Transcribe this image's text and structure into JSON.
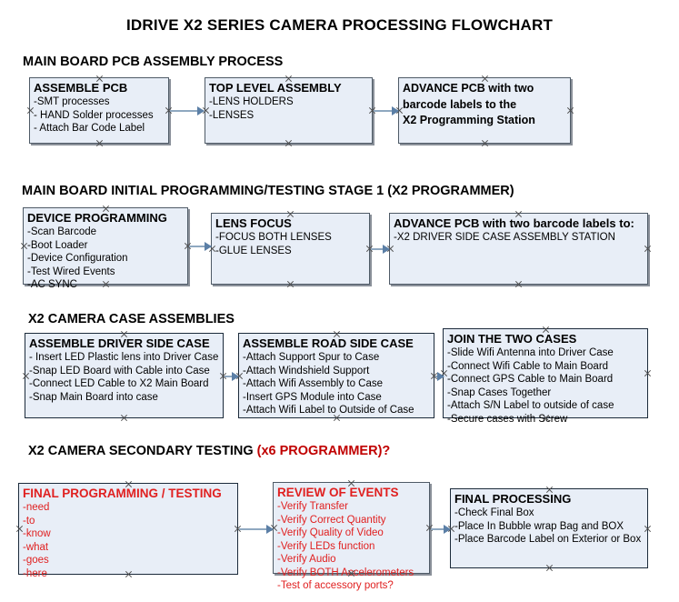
{
  "title": "IDRIVE X2  SERIES CAMERA PROCESSING FLOWCHART",
  "sections": [
    {
      "id": "main-board-pcb-assembly",
      "label": "MAIN BOARD PCB ASSEMBLY PROCESS",
      "accent": ""
    },
    {
      "id": "main-board-initial-programming",
      "label": "MAIN BOARD INITIAL PROGRAMMING/TESTING STAGE 1 (X2 PROGRAMMER)",
      "accent": ""
    },
    {
      "id": "x2-camera-case-assemblies",
      "label": "X2 CAMERA CASE ASSEMBLIES",
      "accent": ""
    },
    {
      "id": "x2-camera-secondary-testing",
      "label": "X2 CAMERA SECONDARY TESTING ",
      "accent": "(x6 PROGRAMMER)?"
    }
  ],
  "nodes": [
    {
      "id": "assemble-pcb",
      "heading": "ASSEMBLE PCB",
      "items": [
        "-SMT processes",
        "- HAND Solder processes",
        "- Attach Bar Code Label"
      ]
    },
    {
      "id": "top-level-assembly",
      "heading": "TOP LEVEL ASSEMBLY",
      "items": [
        "-LENS HOLDERS",
        "-LENSES"
      ]
    },
    {
      "id": "advance-pcb-programming-station",
      "heading": "ADVANCE PCB with two",
      "items": [
        "barcode labels to the",
        " X2 Programming Station"
      ]
    },
    {
      "id": "device-programming",
      "heading": "DEVICE PROGRAMMING",
      "items": [
        "-Scan Barcode",
        "-Boot Loader",
        "-Device Configuration",
        "-Test Wired Events",
        "-AC SYNC"
      ]
    },
    {
      "id": "lens-focus",
      "heading": "LENS FOCUS",
      "items": [
        "-FOCUS BOTH LENSES",
        "-GLUE LENSES"
      ]
    },
    {
      "id": "advance-pcb-driver-side-station",
      "heading": "ADVANCE PCB with two barcode labels to:",
      "items": [
        "-X2 DRIVER  SIDE  CASE  ASSEMBLY STATION"
      ]
    },
    {
      "id": "assemble-driver-side-case",
      "heading": "ASSEMBLE DRIVER SIDE CASE",
      "items": [
        "- Insert LED Plastic lens into Driver Case",
        "-Snap LED Board with Cable into Case",
        "-Connect LED Cable to X2 Main Board",
        "-Snap Main Board into case"
      ]
    },
    {
      "id": "assemble-road-side-case",
      "heading": "ASSEMBLE ROAD SIDE CASE",
      "items": [
        "-Attach Support Spur to Case",
        "-Attach Windshield Support",
        "-Attach Wifi Assembly to Case",
        "-Insert GPS Module into Case",
        "-Attach Wifi Label to Outside of Case"
      ]
    },
    {
      "id": "join-the-two-cases",
      "heading": "JOIN THE TWO CASES",
      "items": [
        "-Slide Wifi Antenna into Driver Case",
        "-Connect Wifi Cable to Main Board",
        "-Connect GPS Cable to Main Board",
        "-Snap Cases Together",
        "-Attach S/N Label to outside of case",
        "-Secure cases with Screw"
      ]
    },
    {
      "id": "final-programming-testing",
      "heading": "FINAL PROGRAMMING / TESTING",
      "items": [
        "-need",
        "-to",
        "-know",
        "-what",
        "-goes",
        "-here"
      ]
    },
    {
      "id": "review-of-events",
      "heading": "REVIEW OF EVENTS",
      "items": [
        "-Verify Transfer",
        "-Verify Correct Quantity",
        "-Verify Quality of Video",
        "-Verify LEDs function",
        "-Verify Audio",
        "-Verify BOTH Accelerometers",
        "-Test of accessory ports?"
      ]
    },
    {
      "id": "final-processing",
      "heading": "FINAL PROCESSING",
      "items": [
        "-Check Final Box",
        "-Place In Bubble wrap Bag and BOX",
        "-Place Barcode Label on Exterior or Box"
      ]
    }
  ],
  "colors": {
    "node_fill": "#e8eef7",
    "node_border": "#1b2a3a",
    "connector": "#8fa8c0",
    "accent_red": "#c00000",
    "text_red": "#e02020",
    "text": "#000000",
    "background": "#ffffff"
  }
}
